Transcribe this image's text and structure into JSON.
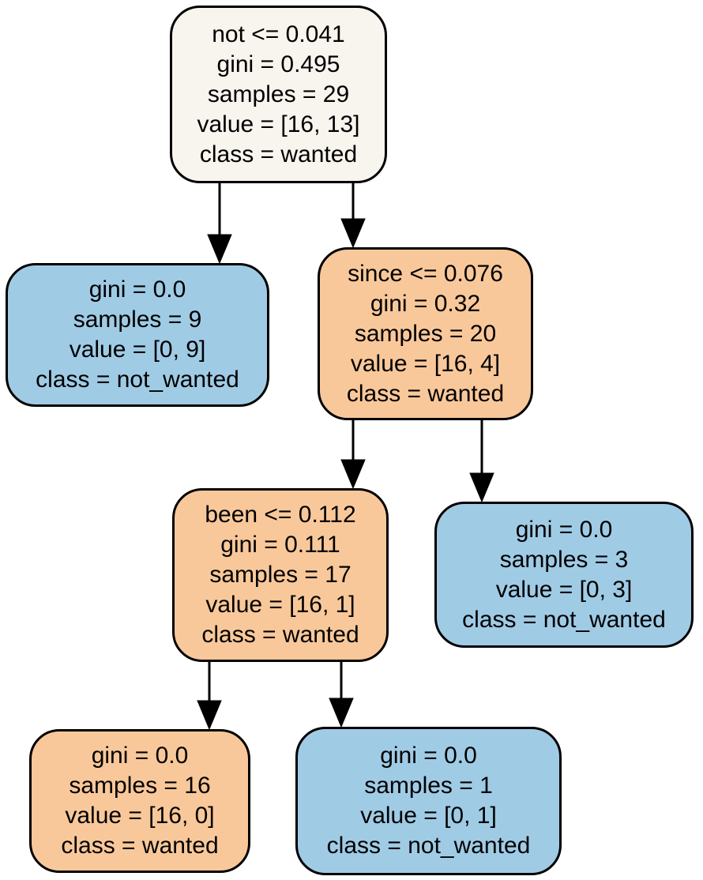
{
  "diagram": {
    "type": "decision-tree",
    "class_names": [
      "wanted",
      "not_wanted"
    ],
    "colors": {
      "root_fill": "#f8f4ee",
      "wanted_fill": "#f9c89a",
      "not_wanted_fill": "#a0cbe5",
      "node_border": "#000000",
      "edge": "#000000",
      "background": "#ffffff"
    },
    "nodes": [
      {
        "id": "root",
        "fill": "#f8f4ee",
        "split_feature": "not",
        "lines": [
          "not <= 0.041",
          "gini = 0.495",
          "samples = 29",
          "value = [16, 13]",
          "class = wanted"
        ]
      },
      {
        "id": "depth1-left-leaf",
        "fill": "#a0cbe5",
        "lines": [
          "gini = 0.0",
          "samples = 9",
          "value = [0, 9]",
          "class = not_wanted"
        ]
      },
      {
        "id": "depth1-right-split-since",
        "fill": "#f9c89a",
        "split_feature": "since",
        "lines": [
          "since <= 0.076",
          "gini = 0.32",
          "samples = 20",
          "value = [16, 4]",
          "class = wanted"
        ]
      },
      {
        "id": "depth2-left-split-been",
        "fill": "#f9c89a",
        "split_feature": "been",
        "lines": [
          "been <= 0.112",
          "gini = 0.111",
          "samples = 17",
          "value = [16, 1]",
          "class = wanted"
        ]
      },
      {
        "id": "depth2-right-leaf",
        "fill": "#a0cbe5",
        "lines": [
          "gini = 0.0",
          "samples = 3",
          "value = [0, 3]",
          "class = not_wanted"
        ]
      },
      {
        "id": "depth3-left-leaf",
        "fill": "#f9c89a",
        "lines": [
          "gini = 0.0",
          "samples = 16",
          "value = [16, 0]",
          "class = wanted"
        ]
      },
      {
        "id": "depth3-right-leaf",
        "fill": "#a0cbe5",
        "lines": [
          "gini = 0.0",
          "samples = 1",
          "value = [0, 1]",
          "class = not_wanted"
        ]
      }
    ]
  }
}
